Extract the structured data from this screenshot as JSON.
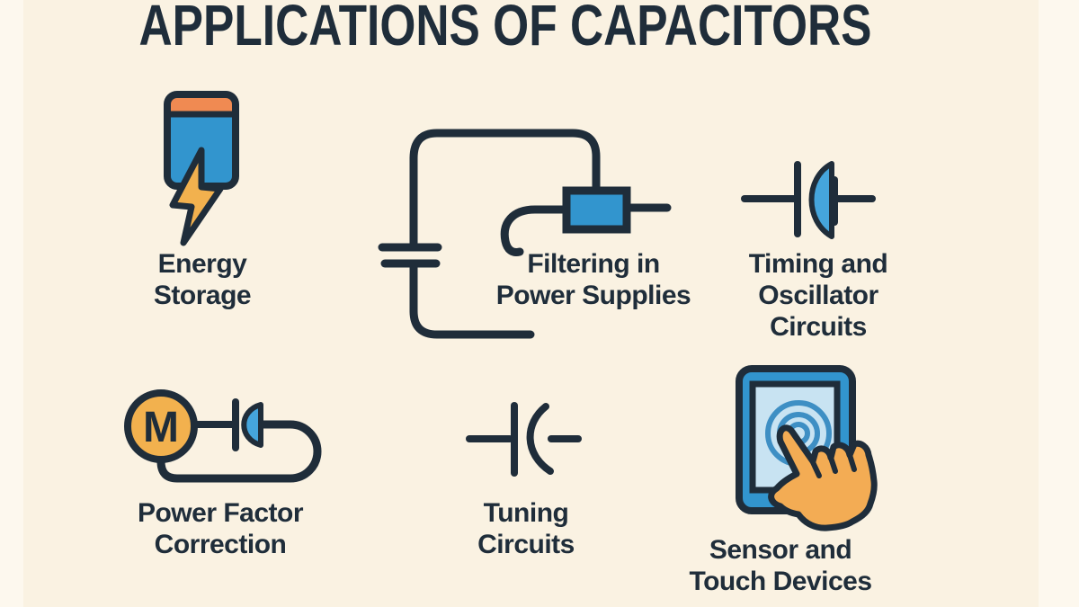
{
  "title": "APPLICATIONS OF CAPACITORS",
  "colors": {
    "background": "#FAF2E2",
    "ink": "#1F2D3A",
    "blue": "#3295CE",
    "light_blue": "#C8E3F2",
    "ring_blue": "#3E8FC4",
    "lens_blue": "#45A5DC",
    "orange": "#F08A52",
    "amber": "#F2B14E",
    "hand_orange": "#F3AC54"
  },
  "items": [
    {
      "name": "energy-storage",
      "icon": "battery-lightning-icon",
      "lines": [
        "Energy",
        "Storage"
      ]
    },
    {
      "name": "filtering-power-supplies",
      "icon": "filter-circuit-icon",
      "lines": [
        "Filtering in",
        "Power Supplies"
      ]
    },
    {
      "name": "timing-oscillator-circuits",
      "icon": "polarized-capacitor-icon",
      "lines": [
        "Timing and",
        "Oscillator",
        "Circuits"
      ]
    },
    {
      "name": "power-factor-correction",
      "icon": "motor-capacitor-icon",
      "motor_letter": "M",
      "lines": [
        "Power Factor",
        "Correction"
      ]
    },
    {
      "name": "tuning-circuits",
      "icon": "variable-capacitor-icon",
      "lines": [
        "Tuning",
        "Circuits"
      ]
    },
    {
      "name": "sensor-touch-devices",
      "icon": "touchscreen-hand-icon",
      "lines": [
        "Sensor and",
        "Touch Devices"
      ]
    }
  ]
}
